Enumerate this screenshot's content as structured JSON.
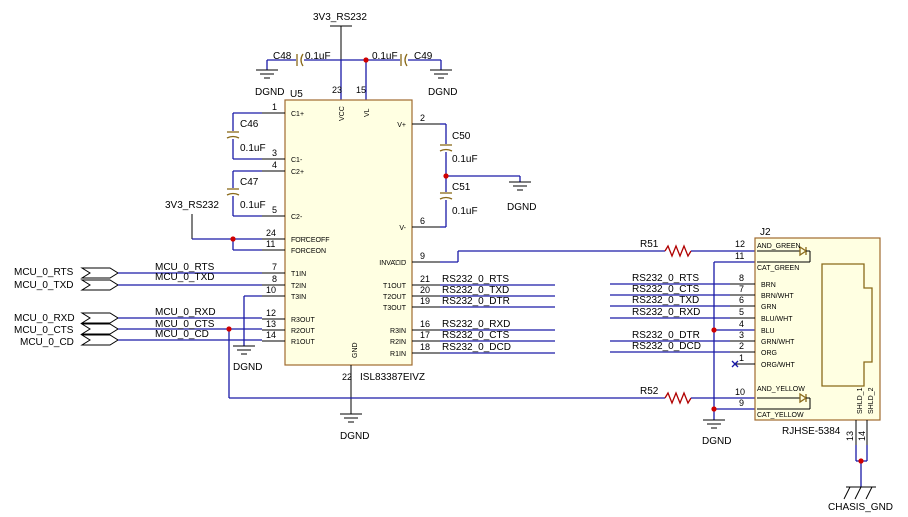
{
  "power": {
    "v3_top": "3V3_RS232",
    "v3_left": "3V3_RS232"
  },
  "caps": {
    "c48": "C48",
    "c48_val": "0.1uF",
    "c49": "C49",
    "c49_val": "0.1uF",
    "c46": "C46",
    "c46_val": "0.1uF",
    "c47": "C47",
    "c47_val": "0.1uF",
    "c50": "C50",
    "c50_val": "0.1uF",
    "c51": "C51",
    "c51_val": "0.1uF"
  },
  "grounds": {
    "dgnd": "DGND",
    "chassis": "CHASIS_GND"
  },
  "u5": {
    "ref": "U5",
    "part": "ISL83387EIVZ",
    "pins_left": [
      {
        "num": "1",
        "name": "C1+"
      },
      {
        "num": "3",
        "name": "C1-"
      },
      {
        "num": "4",
        "name": "C2+"
      },
      {
        "num": "5",
        "name": "C2-"
      },
      {
        "num": "24",
        "name": "FORCEOFF"
      },
      {
        "num": "11",
        "name": "FORCEON"
      },
      {
        "num": "7",
        "name": "T1IN"
      },
      {
        "num": "8",
        "name": "T2IN"
      },
      {
        "num": "10",
        "name": "T3IN"
      },
      {
        "num": "12",
        "name": "R3OUT"
      },
      {
        "num": "13",
        "name": "R2OUT"
      },
      {
        "num": "14",
        "name": "R1OUT"
      }
    ],
    "pins_right": [
      {
        "num": "2",
        "name": "V+"
      },
      {
        "num": "6",
        "name": "V-"
      },
      {
        "num": "9",
        "name": "INVALID"
      },
      {
        "num": "21",
        "name": "T1OUT"
      },
      {
        "num": "20",
        "name": "T2OUT"
      },
      {
        "num": "19",
        "name": "T3OUT"
      },
      {
        "num": "16",
        "name": "R3IN"
      },
      {
        "num": "17",
        "name": "R2IN"
      },
      {
        "num": "18",
        "name": "R1IN"
      }
    ],
    "pins_top": [
      {
        "num": "23",
        "name": "VCC"
      },
      {
        "num": "15",
        "name": "VL"
      }
    ],
    "pins_bottom": [
      {
        "num": "22",
        "name": "GND"
      }
    ]
  },
  "nets_left": {
    "ports": [
      "MCU_0_RTS",
      "MCU_0_TXD",
      "MCU_0_RXD",
      "MCU_0_CTS",
      "MCU_0_CD"
    ],
    "labels": [
      "MCU_0_RTS",
      "MCU_0_TXD",
      "MCU_0_RXD",
      "MCU_0_CTS",
      "MCU_0_CD"
    ]
  },
  "nets_right": {
    "inner": [
      "RS232_0_RTS",
      "RS232_0_TXD",
      "RS232_0_DTR",
      "RS232_0_RXD",
      "RS232_0_CTS",
      "RS232_0_DCD"
    ],
    "outer": [
      "RS232_0_RTS",
      "RS232_0_CTS",
      "RS232_0_TXD",
      "RS232_0_RXD",
      "RS232_0_DTR",
      "RS232_0_DCD"
    ]
  },
  "resistors": {
    "r51": "R51",
    "r52": "R52"
  },
  "j2": {
    "ref": "J2",
    "part": "RJHSE-5384",
    "pins": [
      {
        "num": "12",
        "name": "AND_GREEN"
      },
      {
        "num": "11",
        "name": "CAT_GREEN"
      },
      {
        "num": "8",
        "name": "BRN"
      },
      {
        "num": "7",
        "name": "BRN/WHT"
      },
      {
        "num": "6",
        "name": "GRN"
      },
      {
        "num": "5",
        "name": "BLU/WHT"
      },
      {
        "num": "4",
        "name": "BLU"
      },
      {
        "num": "3",
        "name": "GRN/WHT"
      },
      {
        "num": "2",
        "name": "ORG"
      },
      {
        "num": "1",
        "name": "ORG/WHT"
      },
      {
        "num": "10",
        "name": "AND_YELLOW"
      },
      {
        "num": "9",
        "name": "CAT_YELLOW"
      }
    ],
    "shield": [
      {
        "num": "13",
        "name": "SHLD_1"
      },
      {
        "num": "14",
        "name": "SHLD_2"
      }
    ]
  }
}
